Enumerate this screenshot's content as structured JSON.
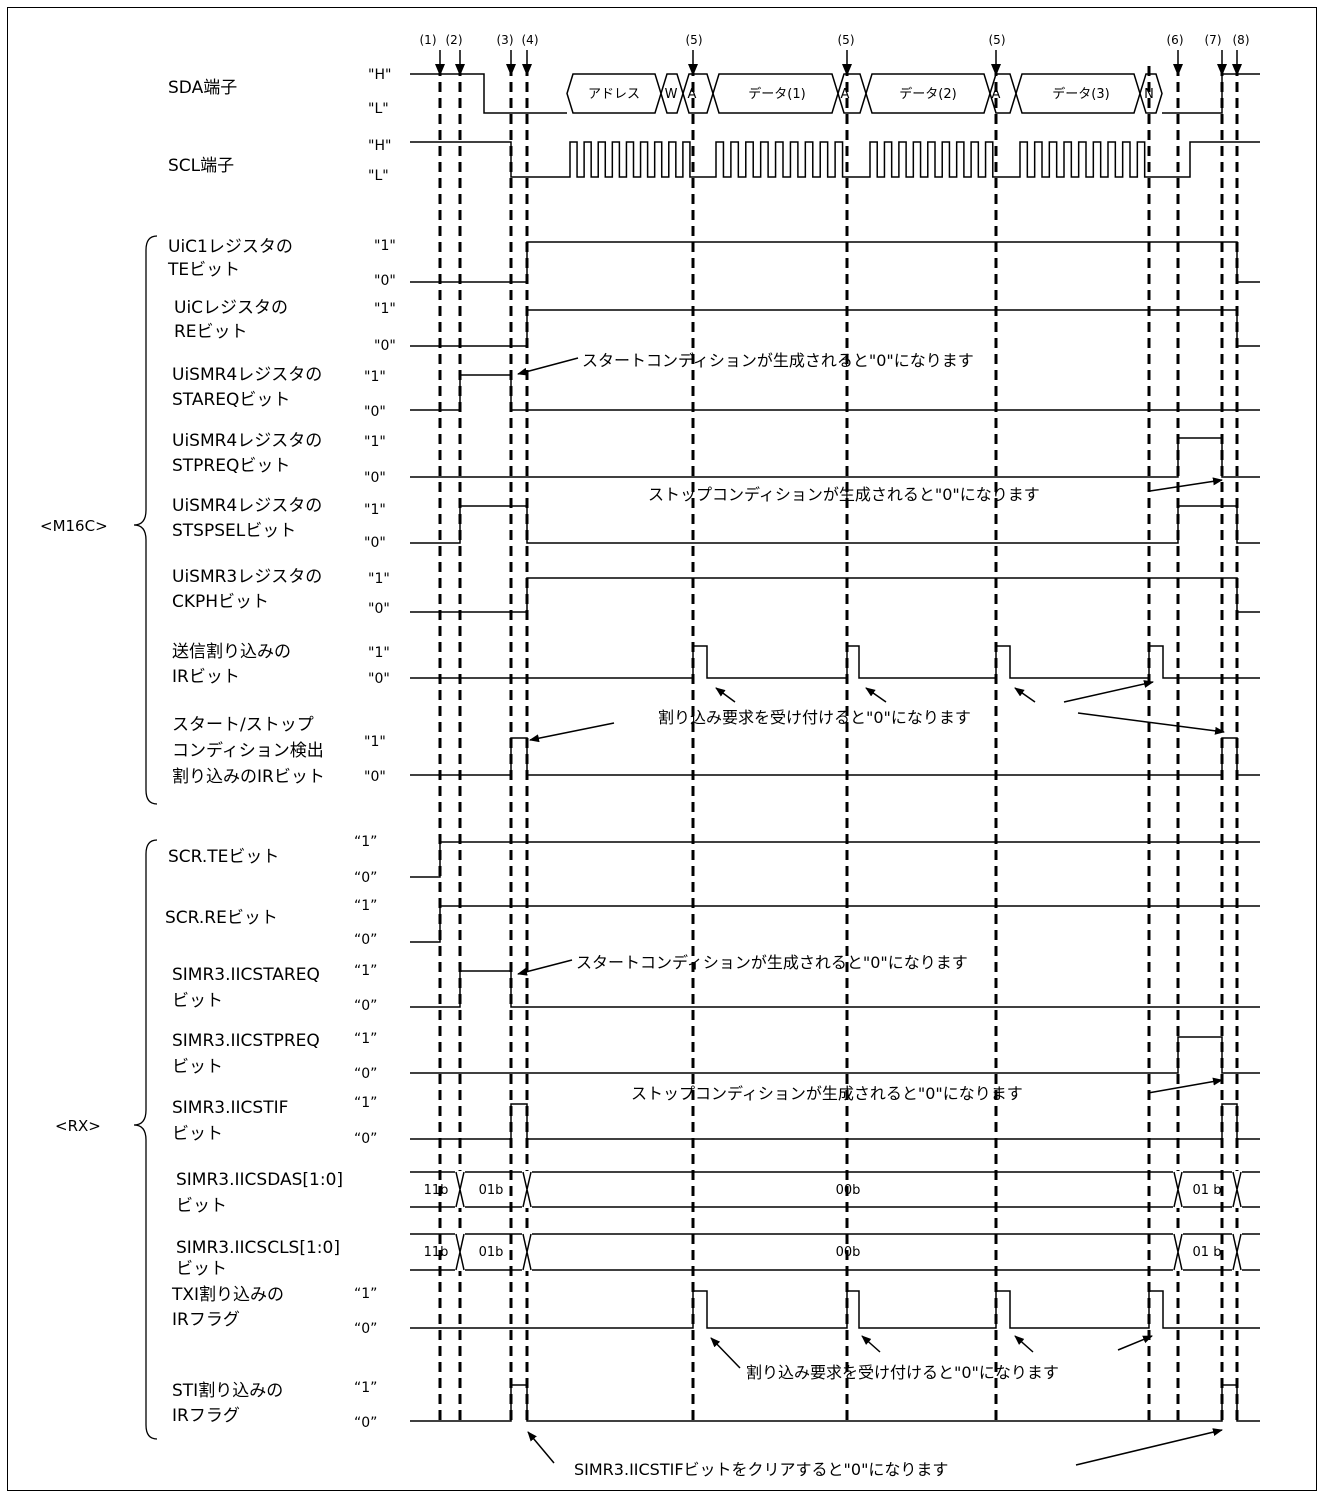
{
  "markers": [
    "(1)",
    "(2)",
    "(3)",
    "(4)",
    "(5)",
    "(5)",
    "(5)",
    "(6)",
    "(7)",
    "(8)"
  ],
  "signals": {
    "sda": {
      "name": "SDA端子",
      "hi": "\"H\"",
      "lo": "\"L\""
    },
    "scl": {
      "name": "SCL端子",
      "hi": "\"H\"",
      "lo": "\"L\""
    },
    "uic1_te": {
      "line1": "UiC1レジスタの",
      "line2": "TEビット",
      "hi": "\"1\"",
      "lo": "\"0\""
    },
    "uic_re": {
      "line1": "UiCレジスタの",
      "line2": "REビット",
      "hi": "\"1\"",
      "lo": "\"0\""
    },
    "stareq": {
      "line1": "UiSMR4レジスタの",
      "line2": "STAREQビット",
      "hi": "\"1\"",
      "lo": "\"0\""
    },
    "stpreq": {
      "line1": "UiSMR4レジスタの",
      "line2": "STPREQビット",
      "hi": "\"1\"",
      "lo": "\"0\""
    },
    "stspsel": {
      "line1": "UiSMR4レジスタの",
      "line2": "STSPSELビット",
      "hi": "\"1\"",
      "lo": "\"0\""
    },
    "ckph": {
      "line1": "UiSMR3レジスタの",
      "line2": "CKPHビット",
      "hi": "\"1\"",
      "lo": "\"0\""
    },
    "tx_ir": {
      "line1": "送信割り込みの",
      "line2": "IRビット",
      "hi": "\"1\"",
      "lo": "\"0\""
    },
    "stsp_ir": {
      "line1": "スタート/ストップ",
      "line2": "コンディション検出",
      "line3": "割り込みのIRビット",
      "hi": "\"1\"",
      "lo": "\"0\""
    },
    "scr_te": {
      "line1": "SCR.TEビット",
      "hi": "“1”",
      "lo": "“0”"
    },
    "scr_re": {
      "line1": "SCR.REビット",
      "hi": "“1”",
      "lo": "“0”"
    },
    "iicstareq": {
      "line1": "SIMR3.IICSTAREQ",
      "line2": "ビット",
      "hi": "“1”",
      "lo": "“0”"
    },
    "iicstpreq": {
      "line1": "SIMR3.IICSTPREQ",
      "line2": "ビット",
      "hi": "“1”",
      "lo": "“0”"
    },
    "iicstif": {
      "line1": "SIMR3.IICSTIF",
      "line2": "ビット",
      "hi": "“1”",
      "lo": "“0”"
    },
    "iicsdas": {
      "line1": "SIMR3.IICSDAS[1:0]",
      "line2": "ビット"
    },
    "iicscls": {
      "line1": "SIMR3.IICSCLS[1:0]",
      "line2": "ビット"
    },
    "txi_ir": {
      "line1": "TXI割り込みの",
      "line2": "IRフラグ",
      "hi": "“1”",
      "lo": "“0”"
    },
    "sti_ir": {
      "line1": "STI割り込みの",
      "line2": "IRフラグ",
      "hi": "“1”",
      "lo": "“0”"
    }
  },
  "groups": {
    "m16c": "<M16C>",
    "rx": "<RX>"
  },
  "sda_fields": {
    "address": "アドレス",
    "w": "W",
    "ack": "A",
    "data1": "データ(1)",
    "data2": "データ(2)",
    "data3": "データ(3)",
    "nack": "N"
  },
  "bus_values": {
    "sdas": [
      "11b",
      "01b",
      "00b",
      "01 b"
    ],
    "scls": [
      "11b",
      "01b",
      "00b",
      "01 b"
    ]
  },
  "annotations": {
    "m16c_start": "スタートコンディションが生成されると\"0\"になります",
    "m16c_stop": "ストップコンディションが生成されると\"0\"になります",
    "m16c_irq": "割り込み要求を受け付けると\"0\"になります",
    "rx_start": "スタートコンディションが生成されると\"0\"になります",
    "rx_stop": "ストップコンディションが生成されると\"0\"になります",
    "rx_irq": "割り込み要求を受け付けると\"0\"になります",
    "rx_stif": "SIMR3.IICSTIFビットをクリアすると\"0\"になります"
  }
}
